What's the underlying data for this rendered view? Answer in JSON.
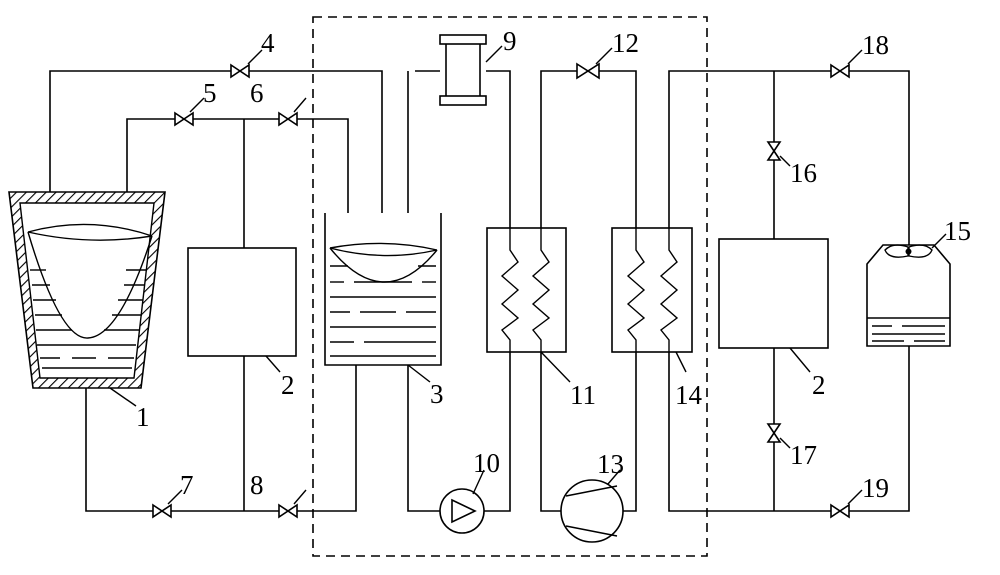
{
  "diagram": {
    "labels": {
      "n1": "1",
      "n2a": "2",
      "n2b": "2",
      "n3": "3",
      "n4": "4",
      "n5": "5",
      "n6": "6",
      "n7": "7",
      "n8": "8",
      "n9": "9",
      "n10": "10",
      "n11": "11",
      "n12": "12",
      "n13": "13",
      "n14": "14",
      "n15": "15",
      "n16": "16",
      "n17": "17",
      "n18": "18",
      "n19": "19"
    }
  }
}
